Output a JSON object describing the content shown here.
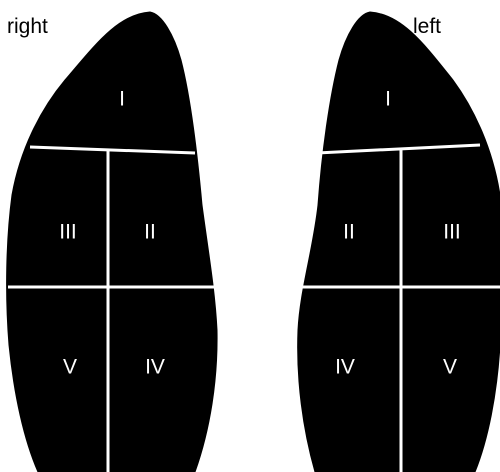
{
  "colors": {
    "lobe_fill": "#000000",
    "divider": "#ffffff",
    "region_text": "#ffffff",
    "side_text": "#000000",
    "background": "#ffffff"
  },
  "right_lobe": {
    "side_label": "right",
    "regions": {
      "top": "I",
      "middle_outer": "III",
      "middle_inner": "II",
      "bottom_outer": "V",
      "bottom_inner": "IV"
    }
  },
  "left_lobe": {
    "side_label": "left",
    "regions": {
      "top": "I",
      "middle_inner": "II",
      "middle_outer": "III",
      "bottom_inner": "IV",
      "bottom_outer": "V"
    }
  }
}
